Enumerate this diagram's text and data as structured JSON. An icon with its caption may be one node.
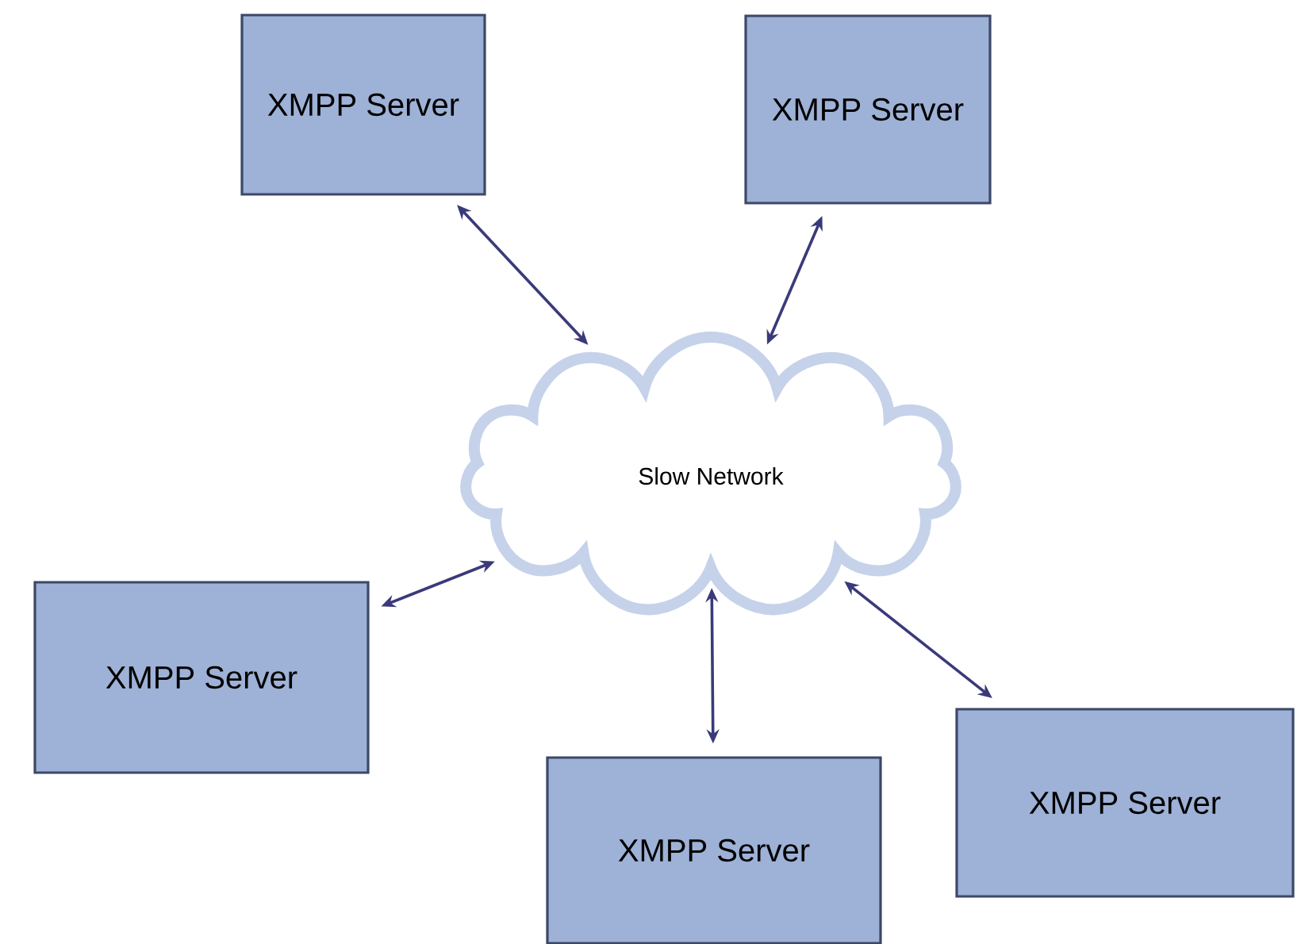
{
  "diagram": {
    "nodes": [
      {
        "text": [
          "XMPP Server"
        ]
      },
      {
        "text": [
          "XMPP Server"
        ]
      },
      {
        "text": [
          "Slow Network"
        ]
      },
      {
        "text": [
          "XMPP Server"
        ]
      },
      {
        "text": [
          "XMPP Server"
        ]
      },
      {
        "text": [
          "XMPP Server"
        ]
      }
    ],
    "edges": [
      {
        "from": 0,
        "to": 2,
        "arrow": "both"
      },
      {
        "from": 1,
        "to": 2,
        "arrow": "both"
      },
      {
        "from": 3,
        "to": 2,
        "arrow": "both"
      },
      {
        "from": 4,
        "to": 2,
        "arrow": "both"
      },
      {
        "from": 5,
        "to": 2,
        "arrow": "both"
      }
    ]
  }
}
